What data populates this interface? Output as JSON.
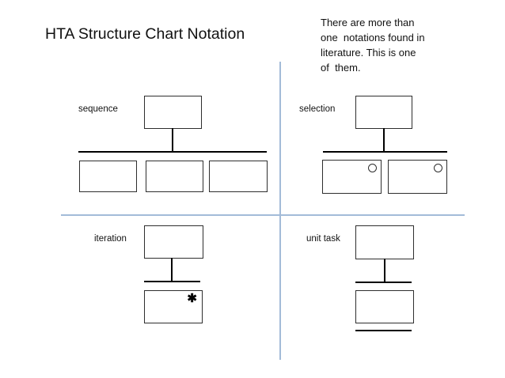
{
  "slide": {
    "title": "HTA Structure Chart Notation",
    "note": {
      "lines": [
        "There are more than",
        "one  notations found in",
        "literature. This is one",
        "of  them."
      ]
    }
  },
  "quadrants": {
    "sequence": {
      "label": "sequence"
    },
    "selection": {
      "label": "selection"
    },
    "iteration": {
      "label": "iteration",
      "marker": "✱"
    },
    "unit_task": {
      "label": "unit task"
    }
  },
  "colors": {
    "divider_blue": "#a3bbd8",
    "line_black": "#000000",
    "box_border": "#2e2e2e",
    "background": "#ffffff"
  }
}
